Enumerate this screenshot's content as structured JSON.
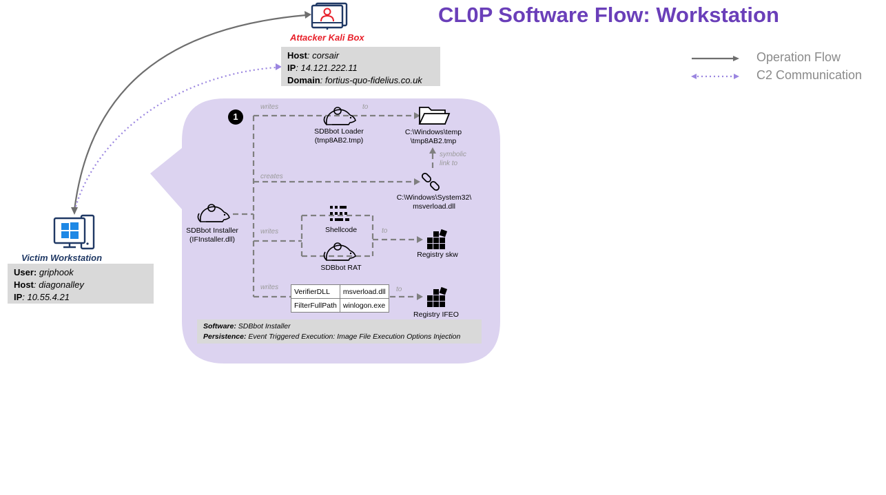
{
  "title": "CL0P Software Flow: Workstation",
  "legend": {
    "operation_flow": "Operation Flow",
    "c2_communication": "C2 Communication"
  },
  "attacker": {
    "caption": "Attacker Kali Box",
    "host_label": "Host",
    "host_value": ": corsair",
    "ip_label": "IP",
    "ip_value": ": 14.121.222.11",
    "domain_label": "Domain",
    "domain_value": ": fortius-quo-fidelius.co.uk"
  },
  "victim": {
    "caption": "Victim Workstation",
    "user_label": "User:",
    "user_value": " griphook",
    "host_label": "Host",
    "host_value": ": diagonalley",
    "ip_label": "IP",
    "ip_value": ": 10.55.4.21"
  },
  "flow": {
    "step_number": "1",
    "installer": {
      "line1": "SDBbot Installer",
      "line2": "(IFInstaller.dll)"
    },
    "loader": {
      "line1": "SDBbot Loader",
      "line2": "(tmp8AB2.tmp)"
    },
    "temp_file": {
      "line1": "C:\\Windows\\temp",
      "line2": "\\tmp8AB2.tmp"
    },
    "msverload": {
      "line1": "C:\\Windows\\System32\\",
      "line2": "msverload.dll"
    },
    "shellcode": "Shellcode",
    "rat": "SDBbot RAT",
    "registry_skw": "Registry skw",
    "registry_ifeo": "Registry IFEO",
    "edges": {
      "writes_top": "writes",
      "to_top": "to",
      "symbolic_line1": "symbolic",
      "symbolic_line2": "link to",
      "creates": "creates",
      "writes_mid": "writes",
      "to_mid": "to",
      "writes_bottom": "writes",
      "to_bottom": "to"
    },
    "ifeo_table": [
      [
        "VerifierDLL",
        "msverload.dll"
      ],
      [
        "FilterFullPath",
        "winlogon.exe"
      ]
    ],
    "note": {
      "software_label": "Software:",
      "software_value": " SDBbot Installer",
      "persistence_label": "Persistence:",
      "persistence_value": " Event Triggered Execution: Image File Execution Options Injection"
    }
  },
  "colors": {
    "title": "#6a3fb9",
    "panel": "#dcd3f0",
    "operation_arrow": "#6e6e6e",
    "c2_arrow": "#9b86e0",
    "attacker_caption": "#e8202a",
    "victim_caption": "#1f3864"
  },
  "icons": {
    "attacker": "monitor-user-icon",
    "victim": "monitor-windows-icon",
    "rat": "rat-icon",
    "folder": "folder-icon",
    "link": "chain-link-icon",
    "shellcode": "code-blocks-icon",
    "registry": "registry-cubes-icon"
  }
}
